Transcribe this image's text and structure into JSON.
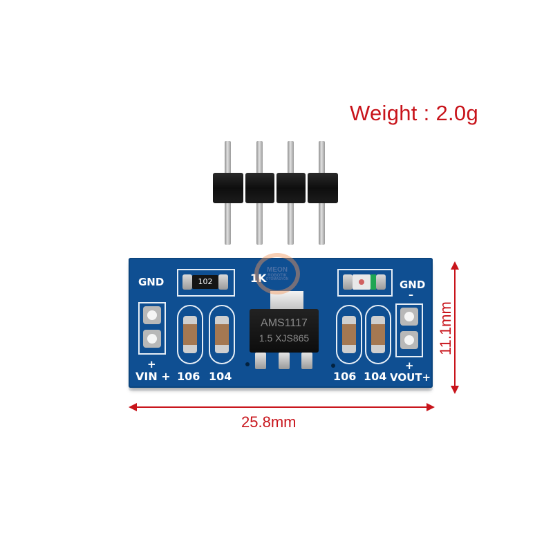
{
  "header": {
    "weight_label": "Weight : 2.0g"
  },
  "dimensions": {
    "width_label": "25.8mm",
    "height_label": "11.1mm",
    "color": "#c8141b"
  },
  "pin_header": {
    "pin_count": 4
  },
  "board": {
    "color": "#0f4f92",
    "silkscreen": {
      "gnd_left": "GND",
      "gnd_right": "GND",
      "minus_right": "–",
      "plus_left": "+",
      "plus_right": "+",
      "vin_label": "VIN +",
      "vout_label": "VOUT+",
      "cap_left_1": "106",
      "cap_left_2": "104",
      "cap_right_1": "106",
      "cap_right_2": "104",
      "resistor_value_label": "1K"
    },
    "resistor_marking": "102",
    "regulator": {
      "line1": "AMS1117",
      "line2": "1.5  XJS865"
    }
  },
  "watermark": {
    "line1": "MEON",
    "line2": "ROBOTIK",
    "line3": "OTOMASYON"
  }
}
